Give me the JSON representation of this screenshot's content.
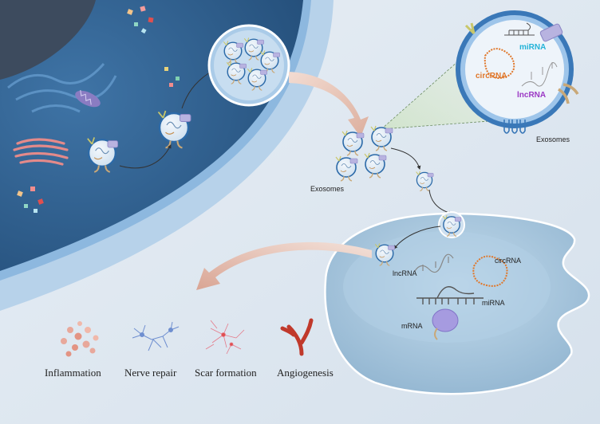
{
  "labels": {
    "exosomes_cluster": "Exosomes",
    "exosomes_zoom": "Exosomes",
    "mirna_zoom": "miRNA",
    "circrna_zoom": "circRNA",
    "lncrna_zoom": "lncRNA",
    "lncrna_target": "lncRNA",
    "circrna_target": "circRNA",
    "mirna_target": "miRNA",
    "mrna_target": "mRNA"
  },
  "outcomes": [
    {
      "label": "Inflammation",
      "icon": "inflammation-cells-icon"
    },
    {
      "label": "Nerve repair",
      "icon": "neuron-icon"
    },
    {
      "label": "Scar formation",
      "icon": "glial-scar-icon"
    },
    {
      "label": "Angiogenesis",
      "icon": "blood-vessel-icon"
    }
  ],
  "colors": {
    "background": "#dfe8f1",
    "cell_cytoplasm": "#2f5f8f",
    "nucleus": "#3d4b5e",
    "cell_membrane": "#9ec5ea",
    "recipient_cell": "#a9c9e1",
    "arrow": "#e8c2b4",
    "mirna": "#24b3d8",
    "circrna": "#e0772a",
    "lncrna": "#9b37c4"
  }
}
